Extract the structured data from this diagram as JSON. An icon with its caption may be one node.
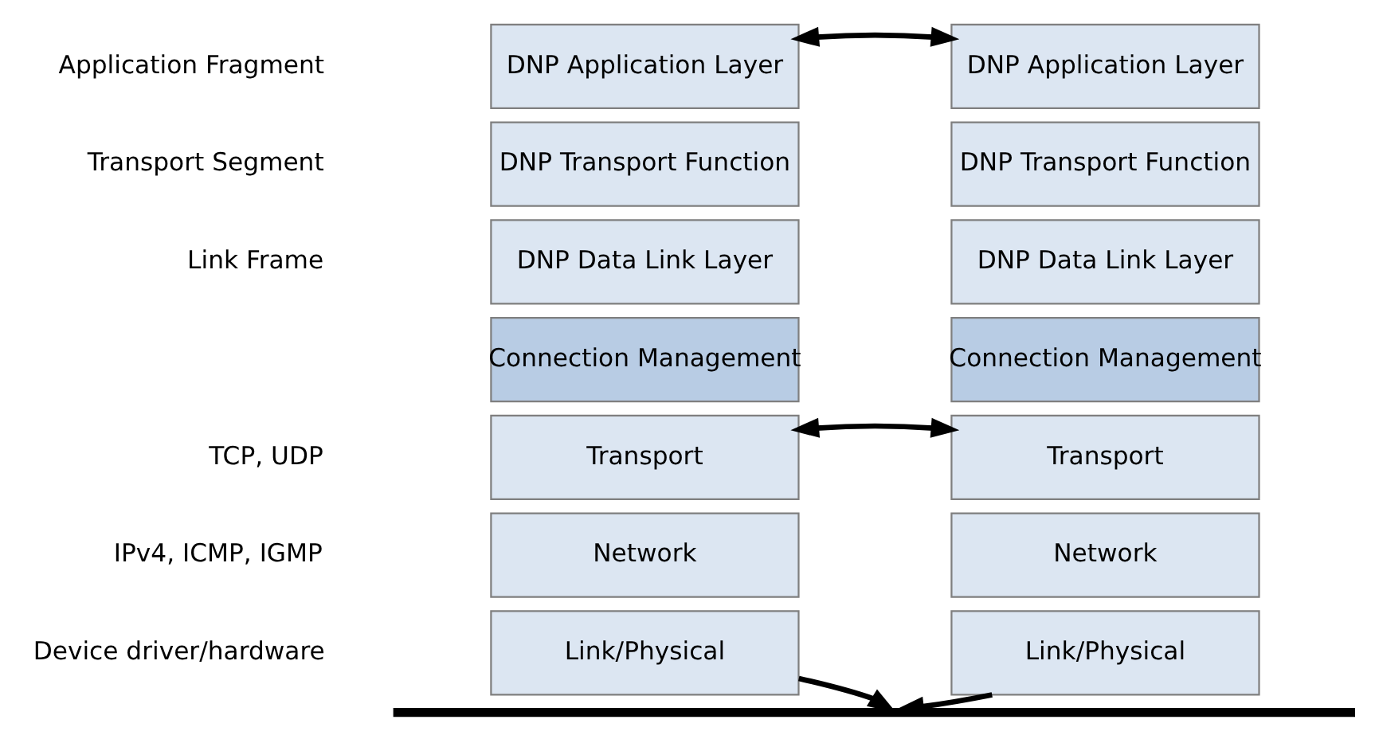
{
  "diagram": {
    "nodes": [
      {
        "text": [
          "DNP Application Layer"
        ]
      },
      {
        "text": [
          "DNP Transport Function"
        ]
      },
      {
        "text": [
          "DNP Data Link Layer"
        ]
      },
      {
        "text": [
          "Connection Management"
        ]
      },
      {
        "text": [
          "Transport"
        ]
      },
      {
        "text": [
          "Network"
        ]
      },
      {
        "text": [
          "Link/Physical"
        ]
      },
      {
        "text": [
          "DNP Application Layer"
        ]
      },
      {
        "text": [
          "DNP Transport Function"
        ]
      },
      {
        "text": [
          "DNP Data Link Layer"
        ]
      },
      {
        "text": [
          "Connection Management"
        ]
      },
      {
        "text": [
          "Transport"
        ]
      },
      {
        "text": [
          "Network"
        ]
      },
      {
        "text": [
          "Link/Physical"
        ]
      },
      {
        "text": [],
        "shape": "bar"
      }
    ],
    "edges": [
      {
        "from": 0,
        "to": 7,
        "arrow": "both"
      },
      {
        "from": 4,
        "to": 11,
        "arrow": "both"
      },
      {
        "from": 6,
        "to": 14,
        "arrow": "to"
      },
      {
        "from": 13,
        "to": 14,
        "arrow": "to"
      }
    ],
    "labels": [
      "Application Fragment",
      "Transport Segment",
      "Link Frame",
      "TCP, UDP",
      "IPv4, ICMP, IGMP",
      "Device driver/hardware"
    ]
  }
}
